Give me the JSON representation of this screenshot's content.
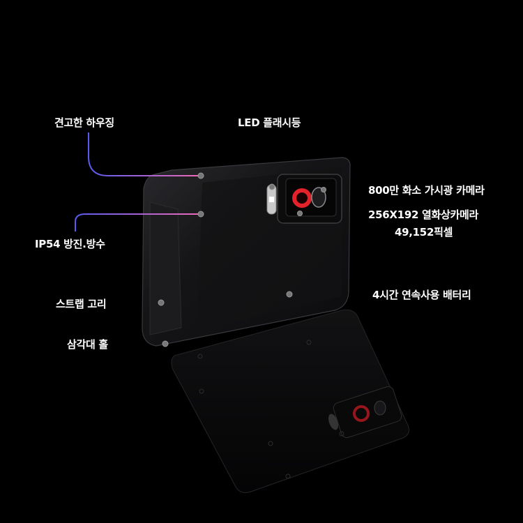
{
  "callouts": {
    "housing": "견고한 하우징",
    "led_flash": "LED 플래시등",
    "visible_camera": "800만 화소 가시광 카메라",
    "thermal_camera_line1": "256X192 열화상카메라",
    "thermal_camera_line2": "49,152픽셀",
    "ip54": "IP54 방진.방수",
    "strap_hook": "스트랩 고리",
    "battery": "4시간 연속사용 배터리",
    "tripod_hole": "삼각대 홀"
  },
  "colors": {
    "background": "#000000",
    "line_start": "#5a5cf0",
    "line_end": "#f06ab8",
    "device_body": "#111113",
    "thermal_ring": "#e3222a"
  }
}
